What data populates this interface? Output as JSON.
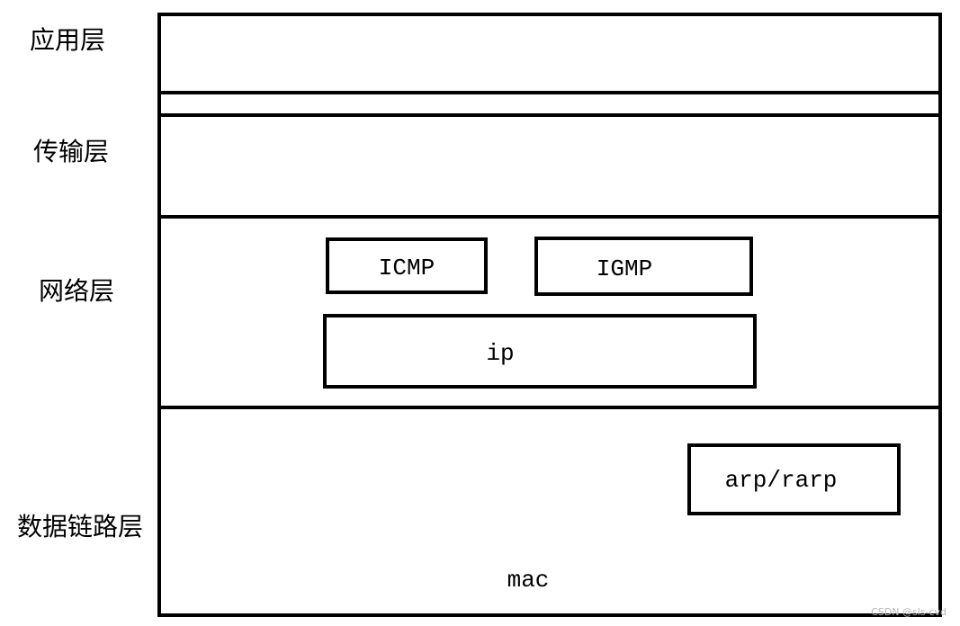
{
  "layers": {
    "application": "应用层",
    "transport": "传输层",
    "network": "网络层",
    "datalink": "数据链路层"
  },
  "protocols": {
    "icmp": "ICMP",
    "igmp": "IGMP",
    "ip": "ip",
    "arp_rarp": "arp/rarp",
    "mac": "mac"
  },
  "watermark": "CSDN @sls-cvd"
}
